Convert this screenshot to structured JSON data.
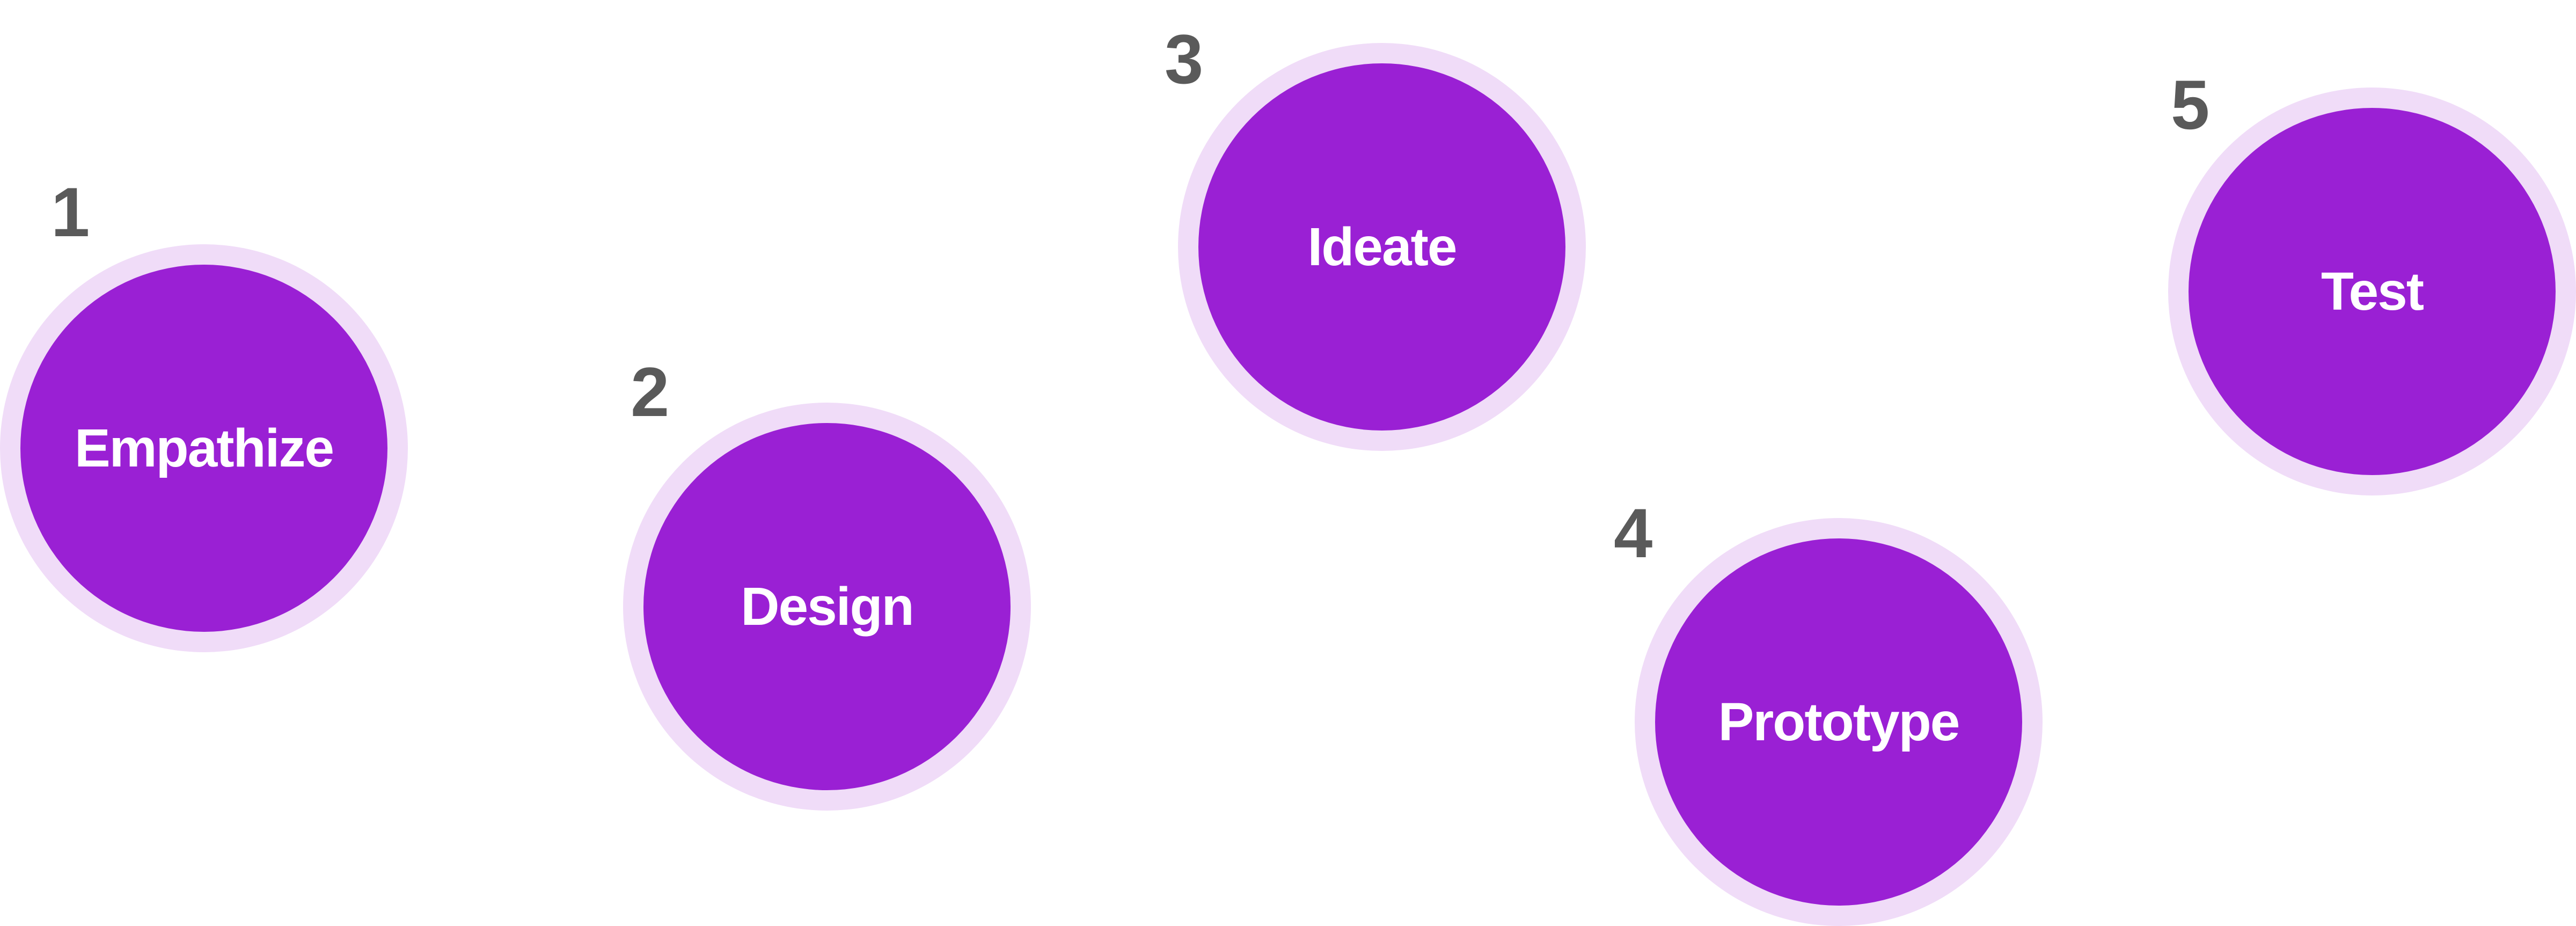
{
  "colors": {
    "circle_fill": "#9a20d4",
    "circle_ring": "#f0dcf8",
    "number_text": "#5a5a5a",
    "label_text": "#ffffff"
  },
  "steps": [
    {
      "number": "1",
      "label": "Empathize"
    },
    {
      "number": "2",
      "label": "Design"
    },
    {
      "number": "3",
      "label": "Ideate"
    },
    {
      "number": "4",
      "label": "Prototype"
    },
    {
      "number": "5",
      "label": "Test"
    }
  ]
}
